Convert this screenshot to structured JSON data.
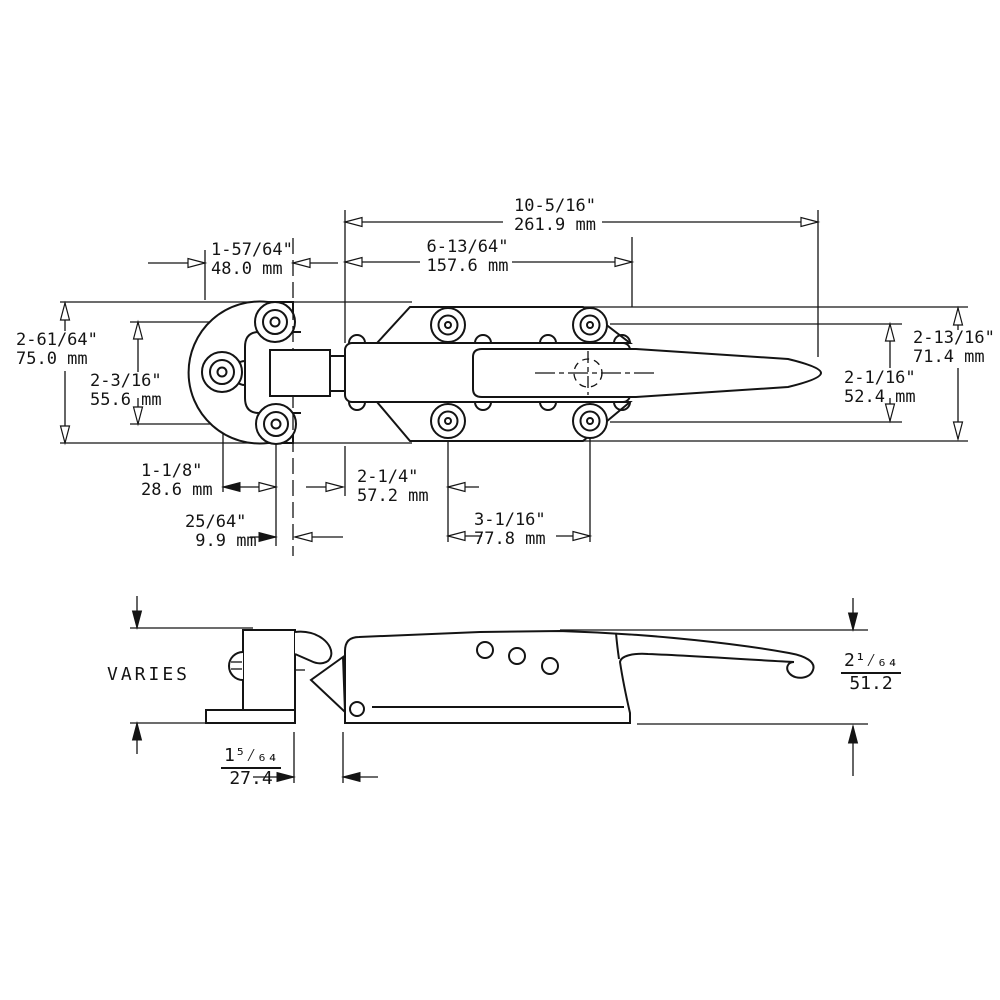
{
  "title": "Door latch and strike technical dimension drawing",
  "dims": {
    "overall_length": {
      "in": "10-5/16\"",
      "mm": "261.9 mm"
    },
    "body_length": {
      "in": "6-13/64\"",
      "mm": "157.6 mm"
    },
    "strike_width": {
      "in": "1-57/64\"",
      "mm": "48.0 mm"
    },
    "strike_plate_height": {
      "in": "2-61/64\"",
      "mm": "75.0 mm"
    },
    "strike_hole_spacing": {
      "in": "2-3/16\"",
      "mm": "55.6 mm"
    },
    "body_plate_height": {
      "in": "2-13/16\"",
      "mm": "71.4 mm"
    },
    "handle_height": {
      "in": "2-1/16\"",
      "mm": "52.4 mm"
    },
    "strike_hole_offset": {
      "in": "1-1/8\"",
      "mm": "28.6 mm"
    },
    "strike_edge_gap": {
      "in": "25/64\"",
      "mm": "9.9 mm"
    },
    "body_first_hole_offset": {
      "in": "2-1/4\"",
      "mm": "57.2 mm"
    },
    "body_hole_spacing": {
      "in": "3-1/16\"",
      "mm": "77.8 mm"
    },
    "door_thickness": "VARIES",
    "mount_gap": {
      "in": "1⁵⁄₆₄",
      "mm": "27.4"
    },
    "side_height": {
      "in": "2¹⁄₆₄",
      "mm": "51.2"
    }
  }
}
